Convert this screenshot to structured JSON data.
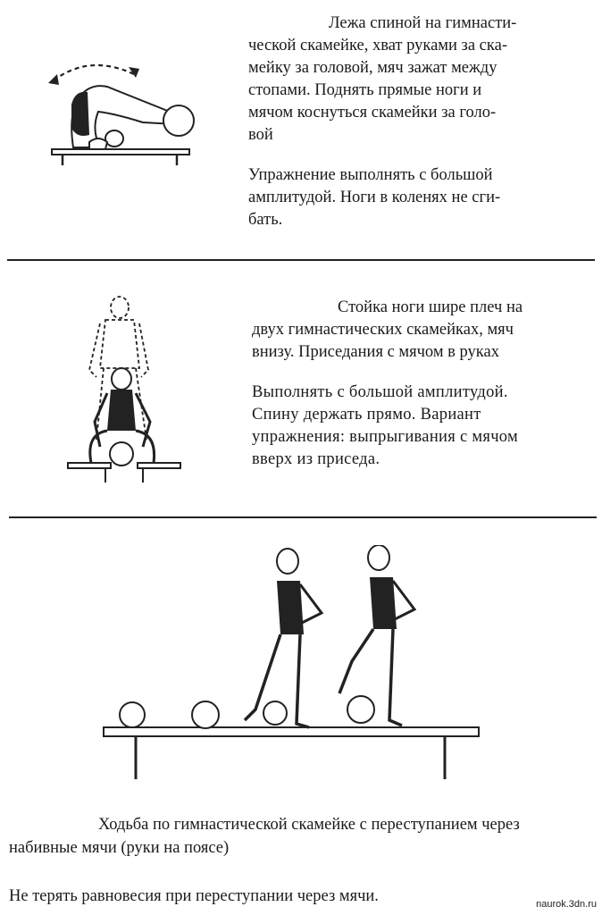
{
  "exercises": [
    {
      "description": "Лежа спиной на гимнасти-\nческой скамейке, хват руками за ска-\nмейку за головой, мяч зажат между\nстопами. Поднять прямые ноги и\nмячом коснуться скамейки за голо-\nвой",
      "note": "Упражнение выполнять с большой\nамплитудой. Ноги в коленях не сги-\nбать."
    },
    {
      "description": "Стойка ноги шире плеч на\nдвух гимнастических скамейках, мяч\nвнизу. Приседания с мячом в руках",
      "note": "Выполнять с большой амплитудой.\nСпину держать прямо. Вариант\nупражнения: выпрыгивания с мячом\nвверх из приседа."
    },
    {
      "description": "Ходьба по гимнастической скамейке с переступанием через набивные мячи (руки на поясе)",
      "note": "Не терять равновесия при переступании через мячи."
    }
  ],
  "watermark": "naurok.3dn.ru",
  "icons": {
    "figure1": "person-lying-bench-legs-over-head-icon",
    "figure2": "person-squat-two-benches-ball-icon",
    "figure3": "persons-stepping-over-balls-on-bench-icon"
  }
}
